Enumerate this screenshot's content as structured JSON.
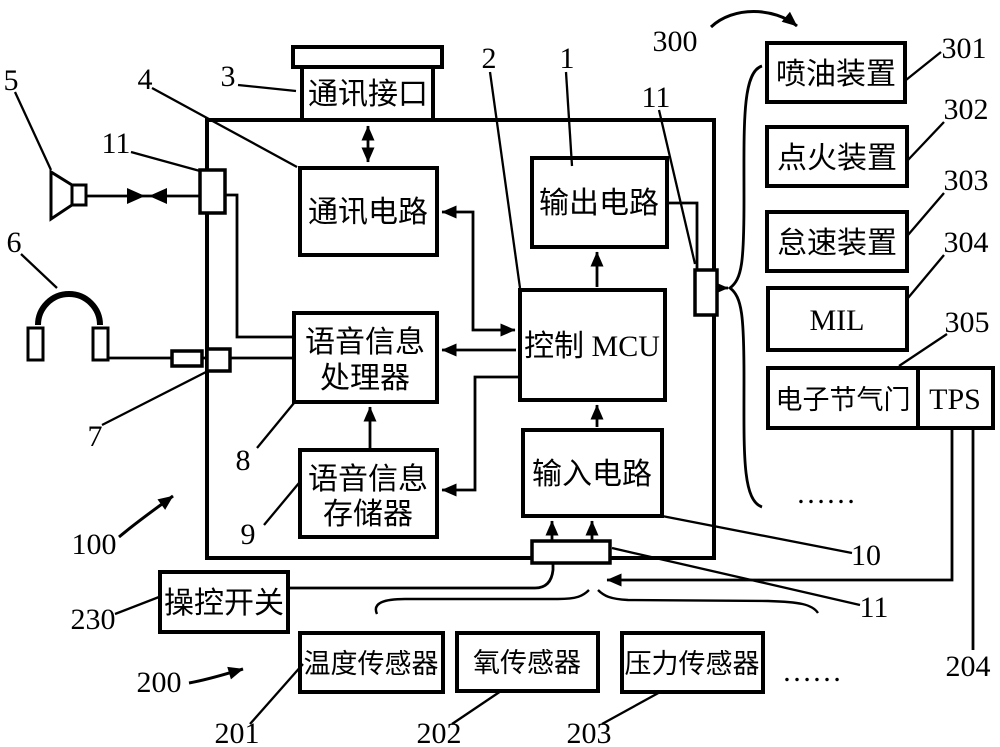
{
  "colors": {
    "ink": "#000000",
    "background": "#ffffff"
  },
  "blocks": {
    "comm_interface": {
      "label": "通讯接口"
    },
    "comm_circuit": {
      "label": "通讯电路"
    },
    "output_circuit": {
      "label": "输出电路"
    },
    "control_mcu": {
      "label": "控制 MCU"
    },
    "input_circuit": {
      "label": "输入电路"
    },
    "voice_processor": {
      "lines": [
        "语音信息",
        "处理器"
      ]
    },
    "voice_storage": {
      "lines": [
        "语音信息",
        "存储器"
      ]
    },
    "control_switch": {
      "label": "操控开关"
    },
    "fuel_injection": {
      "label": "喷油装置"
    },
    "ignition": {
      "label": "点火装置"
    },
    "idle_device": {
      "label": "怠速装置"
    },
    "mil": {
      "label": "MIL"
    },
    "e_throttle": {
      "label": "电子节气门"
    },
    "tps": {
      "label": "TPS"
    },
    "temp_sensor": {
      "label": "温度传感器"
    },
    "oxygen_sensor": {
      "label": "氧传感器"
    },
    "pressure_sensor": {
      "label": "压力传感器"
    }
  },
  "refs": {
    "r1": "1",
    "r2": "2",
    "r3": "3",
    "r4": "4",
    "r5": "5",
    "r6": "6",
    "r7": "7",
    "r8": "8",
    "r9": "9",
    "r10": "10",
    "r11": "11",
    "r100": "100",
    "r200": "200",
    "r201": "201",
    "r202": "202",
    "r203": "203",
    "r204": "204",
    "r230": "230",
    "r300": "300",
    "r301": "301",
    "r302": "302",
    "r303": "303",
    "r304": "304",
    "r305": "305"
  },
  "ellipsis": {
    "outputs": "……",
    "sensors": "……"
  }
}
